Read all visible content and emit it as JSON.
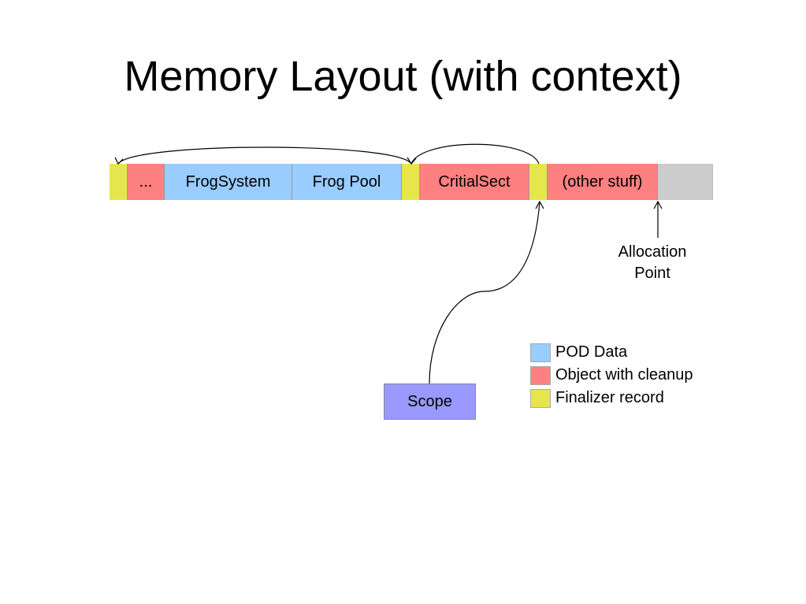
{
  "title": "Memory Layout (with context)",
  "colors": {
    "pod": "#99ccff",
    "cleanup": "#ff8080",
    "finalizer": "#e6e64c",
    "free": "#cccccc",
    "scope": "#9999ff"
  },
  "memory_cells": [
    {
      "kind": "finalizer",
      "label": ""
    },
    {
      "kind": "cleanup",
      "label": "..."
    },
    {
      "kind": "pod",
      "label": "FrogSystem"
    },
    {
      "kind": "pod",
      "label": "Frog Pool"
    },
    {
      "kind": "finalizer",
      "label": ""
    },
    {
      "kind": "cleanup",
      "label": "CritialSect"
    },
    {
      "kind": "finalizer",
      "label": ""
    },
    {
      "kind": "cleanup",
      "label": "(other stuff)"
    },
    {
      "kind": "free",
      "label": ""
    }
  ],
  "allocation_point": {
    "line1": "Allocation",
    "line2": "Point"
  },
  "scope": {
    "label": "Scope"
  },
  "legend": [
    {
      "kind": "pod",
      "label": "POD Data"
    },
    {
      "kind": "cleanup",
      "label": "Object with cleanup"
    },
    {
      "kind": "finalizer",
      "label": "Finalizer record"
    }
  ]
}
